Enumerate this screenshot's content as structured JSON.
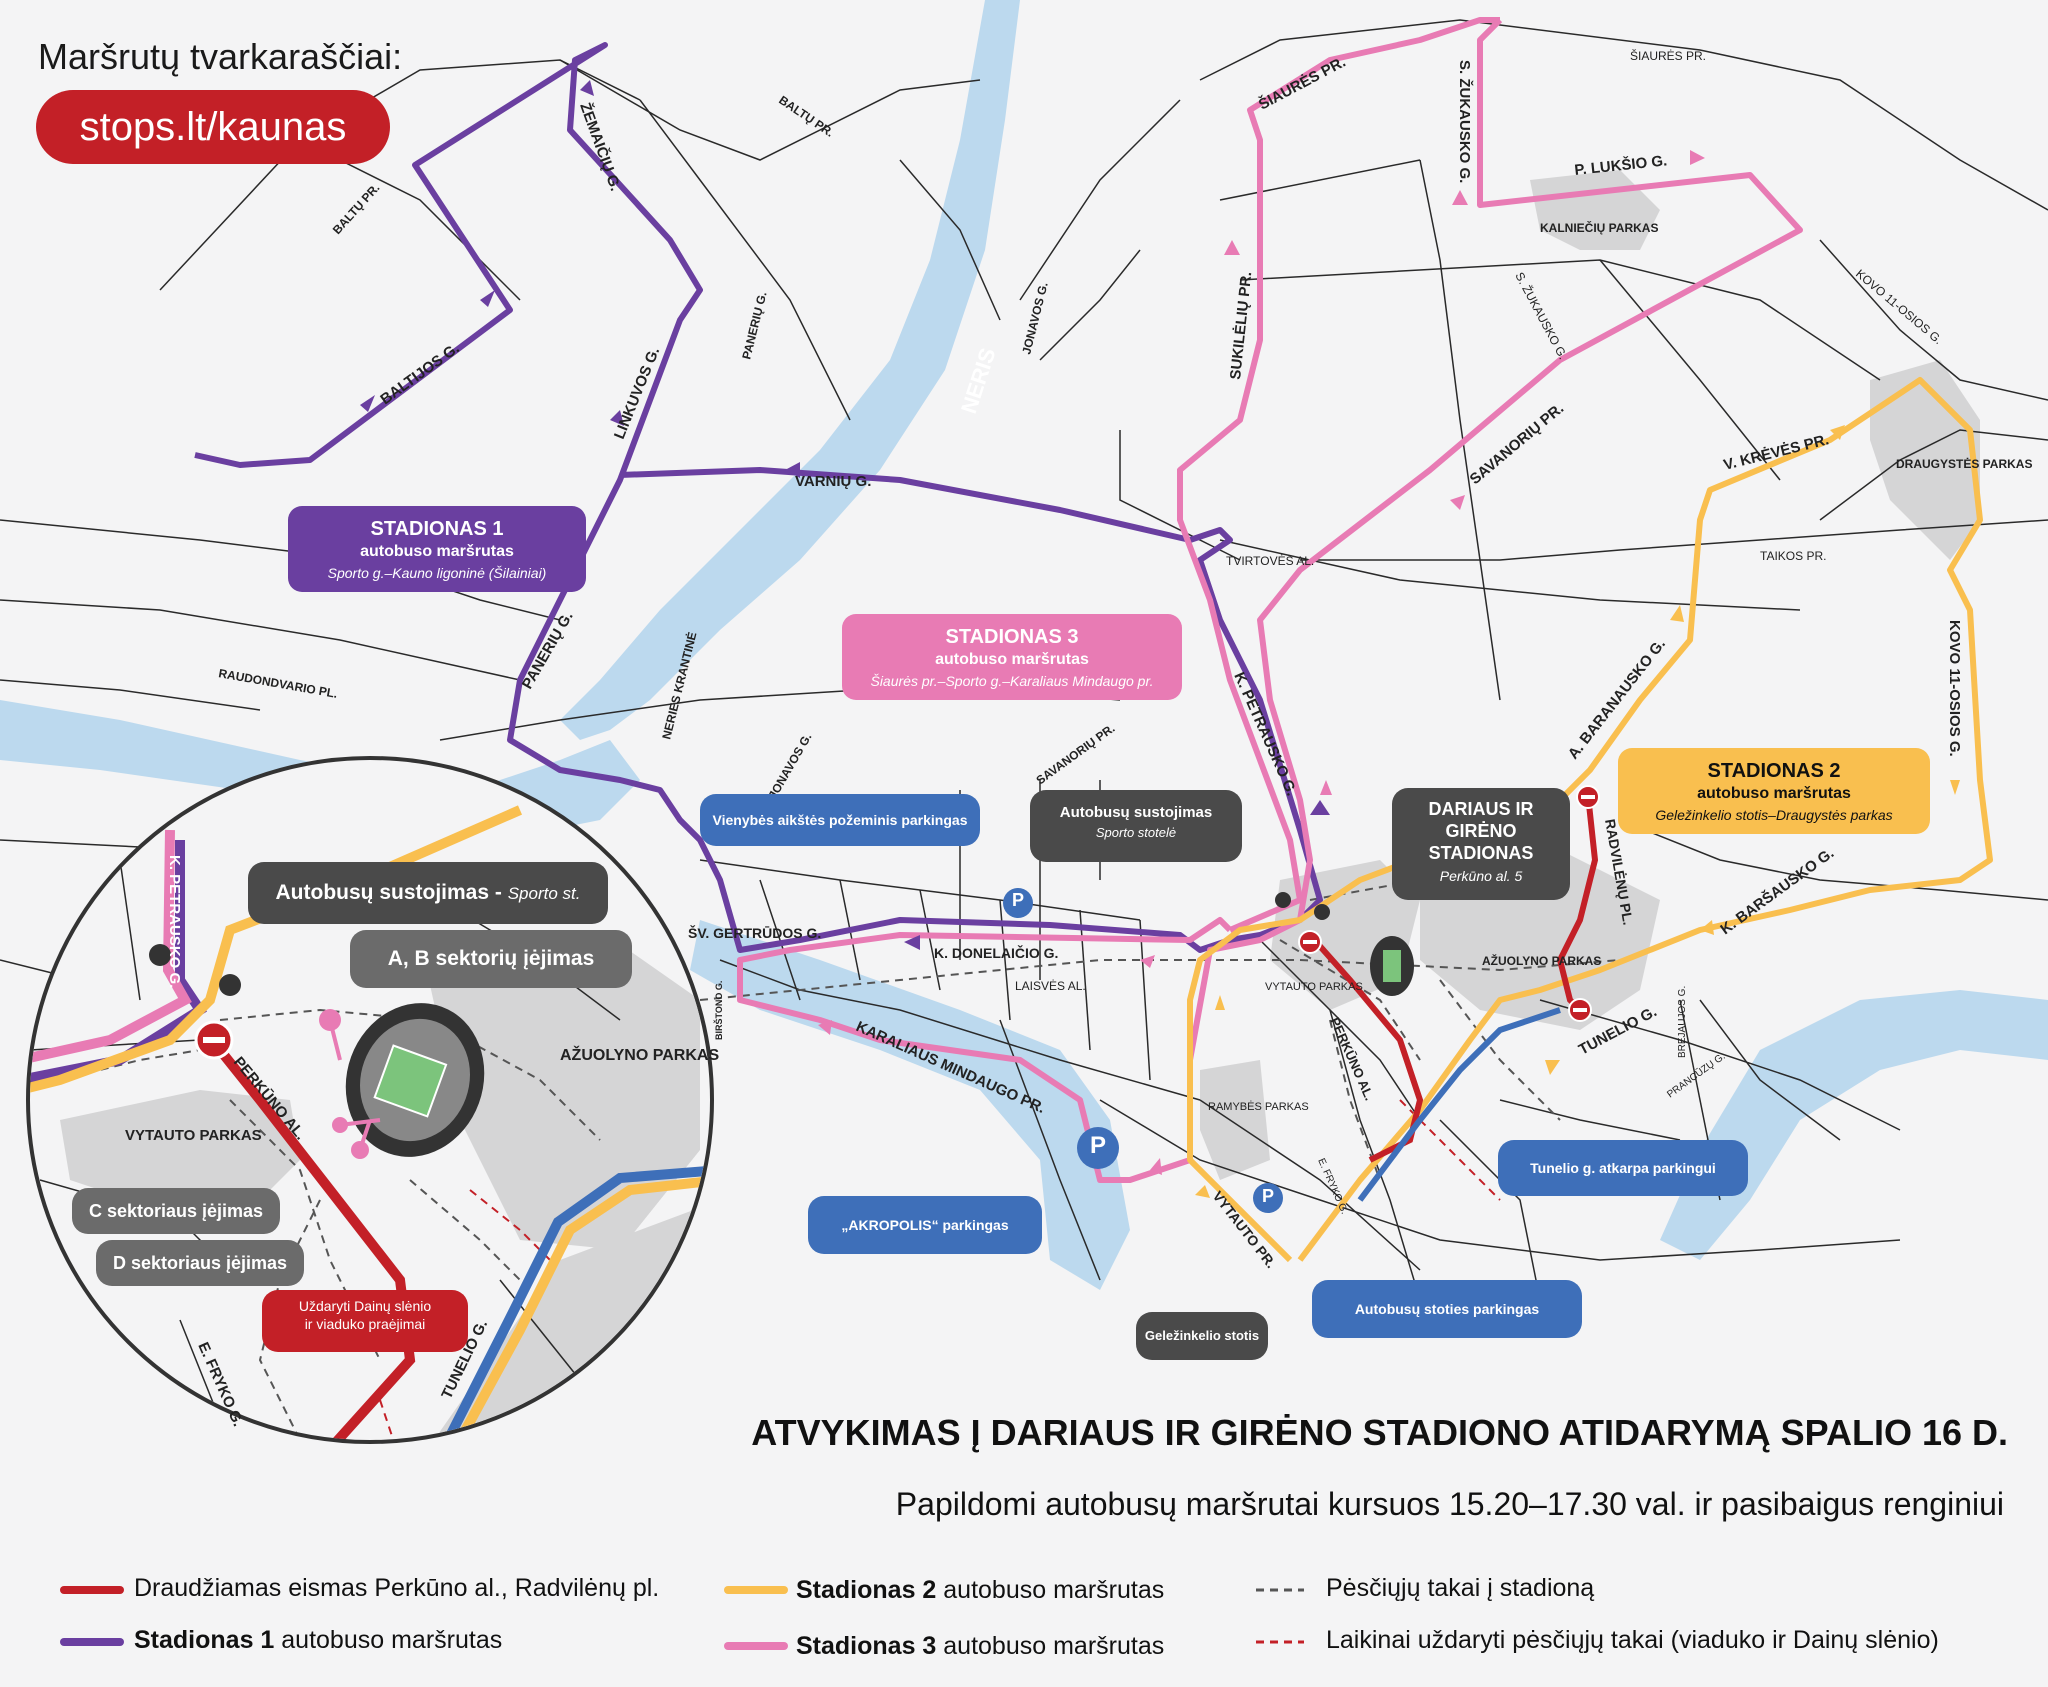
{
  "header": {
    "title": "Maršrutų tvarkaraščiai:",
    "url": "stops.lt/kaunas"
  },
  "colors": {
    "route1": "#6a3fa0",
    "route2": "#f9bf4f",
    "route3": "#e87bb4",
    "closed": "#c32027",
    "callout_blue": "#3e6fb9",
    "callout_dark": "#4a4a4a",
    "callout_gray": "#6b6b6b",
    "river": "#bcd9ee",
    "park": "#d5d5d6"
  },
  "street_labels": [
    "BALTŲ PR.",
    "BALTŲ PR.",
    "ŽEMAIČIŲ G.",
    "LINKUVOS G.",
    "BALTIJOS G.",
    "PANERIŲ G.",
    "PANERIŲ G.",
    "JONAVOS G.",
    "NERIS",
    "VARNIŲ G.",
    "RAUDONDVARIO PL.",
    "NERIES KRANTINĖ",
    "JONAVOS G.",
    "SAVANORIŲ PR.",
    "ŠV. GERTRŪDOS G.",
    "BIRŠTONO G.",
    "K. DONELAIČIO G.",
    "LAISVĖS AL.",
    "KARALIAUS MINDAUGO PR.",
    "ŠIAURĖS PR.",
    "ŠIAURĖS PR.",
    "S. ŽUKAUSKO G.",
    "S. ŽUKAUSKO G.",
    "P. LUKŠIO G.",
    "KALNIEČIŲ PARKAS",
    "SUKILĖLIŲ PR.",
    "SAVANORIŲ PR.",
    "TVIRTOVĖS AL.",
    "K. PETRAUSKO G.",
    "KOVO 11-OSIOS G.",
    "V. KRĖVĖS PR.",
    "DRAUGYSTĖS PARKAS",
    "TAIKOS PR.",
    "A. BARANAUSKO G.",
    "KOVO 11-OSIOS G.",
    "RADVILĖNŲ PL.",
    "K. BARŠAUSKO G.",
    "TUNELIO G.",
    "BREJAUJOS G.",
    "PRANCŪZŲ G.",
    "VYTAUTO PARKAS",
    "PERKŪNO AL.",
    "AŽUOLYNO PARKAS",
    "RAMYBĖS PARKAS",
    "E. FRYKO G.",
    "VYTAUTO PR."
  ],
  "route_boxes": {
    "stadionas1": {
      "title": "STADIONAS 1",
      "sub": "autobuso maršrutas",
      "route": "Sporto g.–Kauno ligoninė (Šilainiai)"
    },
    "stadionas3": {
      "title": "STADIONAS 3",
      "sub": "autobuso maršrutas",
      "route": "Šiaurės pr.–Sporto g.–Karaliaus Mindaugo pr."
    },
    "stadionas2": {
      "title": "STADIONAS 2",
      "sub": "autobuso maršrutas",
      "route": "Geležinkelio stotis–Draugystės parkas"
    },
    "stadium": {
      "title": "DARIAUS IR GIRĖNO STADIONAS",
      "address": "Perkūno al. 5"
    }
  },
  "callouts": {
    "vienybes": "Vienybės aikštės požeminis parkingas",
    "sporto_stop_title": "Autobusų sustojimas",
    "sporto_stop_sub": "Sporto stotelė",
    "akropolis": "„AKROPOLIS“ parkingas",
    "gelezinkelio": "Geležinkelio stotis",
    "autobusu_stoties": "Autobusų stoties  parkingas",
    "tunelio": "Tunelio g. atkarpa parkingui",
    "parking_symbol": "P"
  },
  "inset": {
    "stop_label": "Autobusų sustojimas -",
    "stop_italic": "Sporto st.",
    "ab_entrance": "A, B sektorių įėjimas",
    "c_entrance": "C sektoriaus įėjimas",
    "d_entrance": "D sektoriaus įėjimas",
    "closed_text_1": "Uždaryti Dainų slėnio",
    "closed_text_2": "ir viaduko praėjimai",
    "labels": [
      "K. PETRAUSKO G.",
      "VYTAUTO PARKAS",
      "PERKŪNO AL.",
      "AŽUOLYNO PARKAS",
      "E. FRYKO G.",
      "TUNELIO G."
    ]
  },
  "bottom": {
    "title": "ATVYKIMAS Į DARIAUS IR GIRĖNO STADIONO ATIDARYMĄ SPALIO 16 D.",
    "subtitle": "Papildomi autobusų maršrutai kursuos 15.20–17.30 val. ir pasibaigus renginiui"
  },
  "legend": {
    "closed": "Draudžiamas eismas Perkūno al., Radvilėnų pl.",
    "r1_bold": "Stadionas 1",
    "r1_rest": " autobuso maršrutas",
    "r2_bold": "Stadionas 2",
    "r2_rest": " autobuso maršrutas",
    "r3_bold": "Stadionas 3",
    "r3_rest": " autobuso maršrutas",
    "walk": "Pėsčiųjų takai į stadioną",
    "walk_closed": "Laikinai uždaryti pėsčiųjų takai (viaduko ir Dainų slėnio)"
  }
}
